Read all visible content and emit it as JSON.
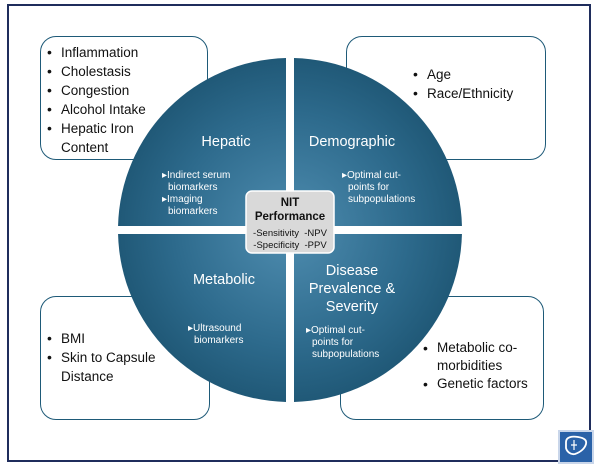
{
  "center": {
    "title_line1": "NIT",
    "title_line2": "Performance",
    "metrics_line1": "-Sensitivity  -NPV",
    "metrics_line2": "-Specificity  -PPV"
  },
  "quadrants": {
    "hepatic": {
      "title": "Hepatic",
      "items": [
        "▸Indirect serum",
        "biomarkers",
        "▸Imaging",
        "biomarkers"
      ]
    },
    "demographic": {
      "title": "Demographic",
      "items": [
        "▸Optimal cut-",
        "points for",
        "subpopulations"
      ]
    },
    "metabolic": {
      "title": "Metabolic",
      "items": [
        "▸Ultrasound",
        "biomarkers"
      ]
    },
    "disease": {
      "title_lines": [
        "Disease",
        "Prevalence &",
        "Severity"
      ],
      "items": [
        "▸Optimal cut-",
        "points for",
        "subpopulations"
      ]
    }
  },
  "boxes": {
    "top_left": [
      "Inflammation",
      "Cholestasis",
      "Congestion",
      "Alcohol Intake",
      "Hepatic Iron Content"
    ],
    "top_right": [
      "Age",
      "Race/Ethnicity"
    ],
    "bottom_left": [
      "BMI",
      "Skin to Capsule Distance"
    ],
    "bottom_right": [
      "Metabolic co-morbidities",
      "Genetic factors"
    ]
  },
  "colors": {
    "wheel_dark": "#1e5674",
    "wheel_light": "#4f8db0",
    "center_box": "#d9d9d9",
    "frame": "#1f2d5c",
    "logo": "#2a62a8"
  },
  "icons": {
    "logo": "liver-logo-icon"
  }
}
